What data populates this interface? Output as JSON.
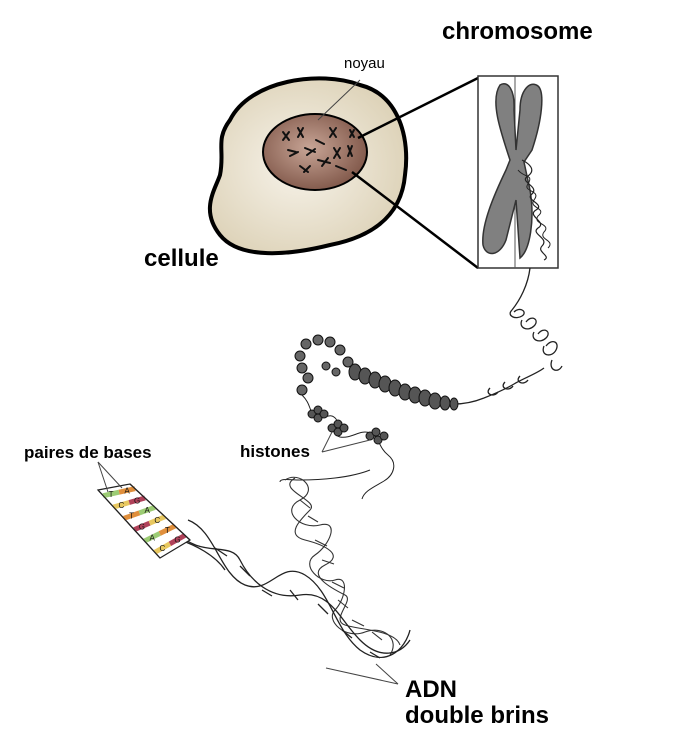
{
  "labels": {
    "chromosome": "chromosome",
    "nucleus": "noyau",
    "cell": "cellule",
    "histones": "histones",
    "base_pairs": "paires de bases",
    "dna_line1": "ADN",
    "dna_line2": "double brins"
  },
  "base_letters": [
    "T",
    "A",
    "C",
    "G",
    "T",
    "A",
    "G",
    "C",
    "A",
    "T",
    "C",
    "G"
  ],
  "colors": {
    "cell_fill": "#e9e2cf",
    "nucleus_fill": "#9c7363",
    "chromosome_fill": "#7f7f7f",
    "base_green": "#9ccc74",
    "base_yellow": "#e8c860",
    "base_red": "#b0425a",
    "base_orange": "#e08f3c"
  }
}
